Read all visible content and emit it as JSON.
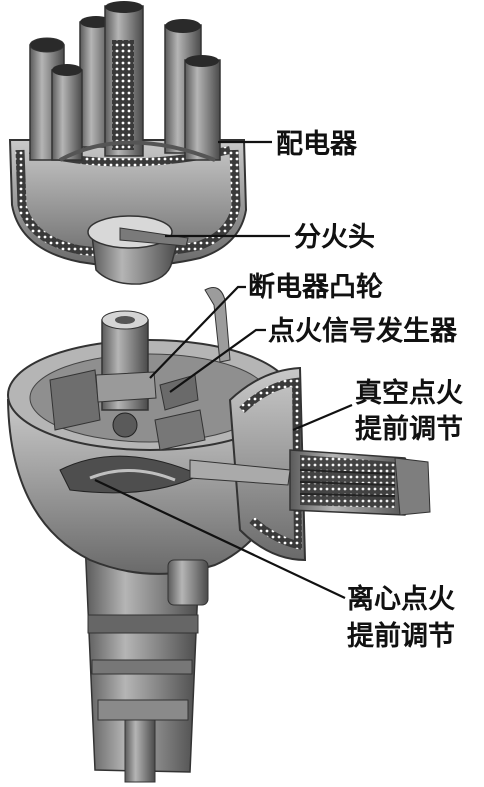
{
  "labels": {
    "distributor_cap": "配电器",
    "rotor": "分火头",
    "breaker_cam": "断电器凸轮",
    "signal_generator": "点火信号发生器",
    "vacuum_advance_line1": "真空点火",
    "vacuum_advance_line2": "提前调节",
    "centrifugal_advance_line1": "离心点火",
    "centrifugal_advance_line2": "提前调节"
  },
  "colors": {
    "metal_dark": "#4a4a4a",
    "metal_mid": "#8a8a8a",
    "metal_light": "#c8c8c8",
    "cutaway_hatch": "#ffffff",
    "leader": "#111111",
    "text": "#111111"
  }
}
